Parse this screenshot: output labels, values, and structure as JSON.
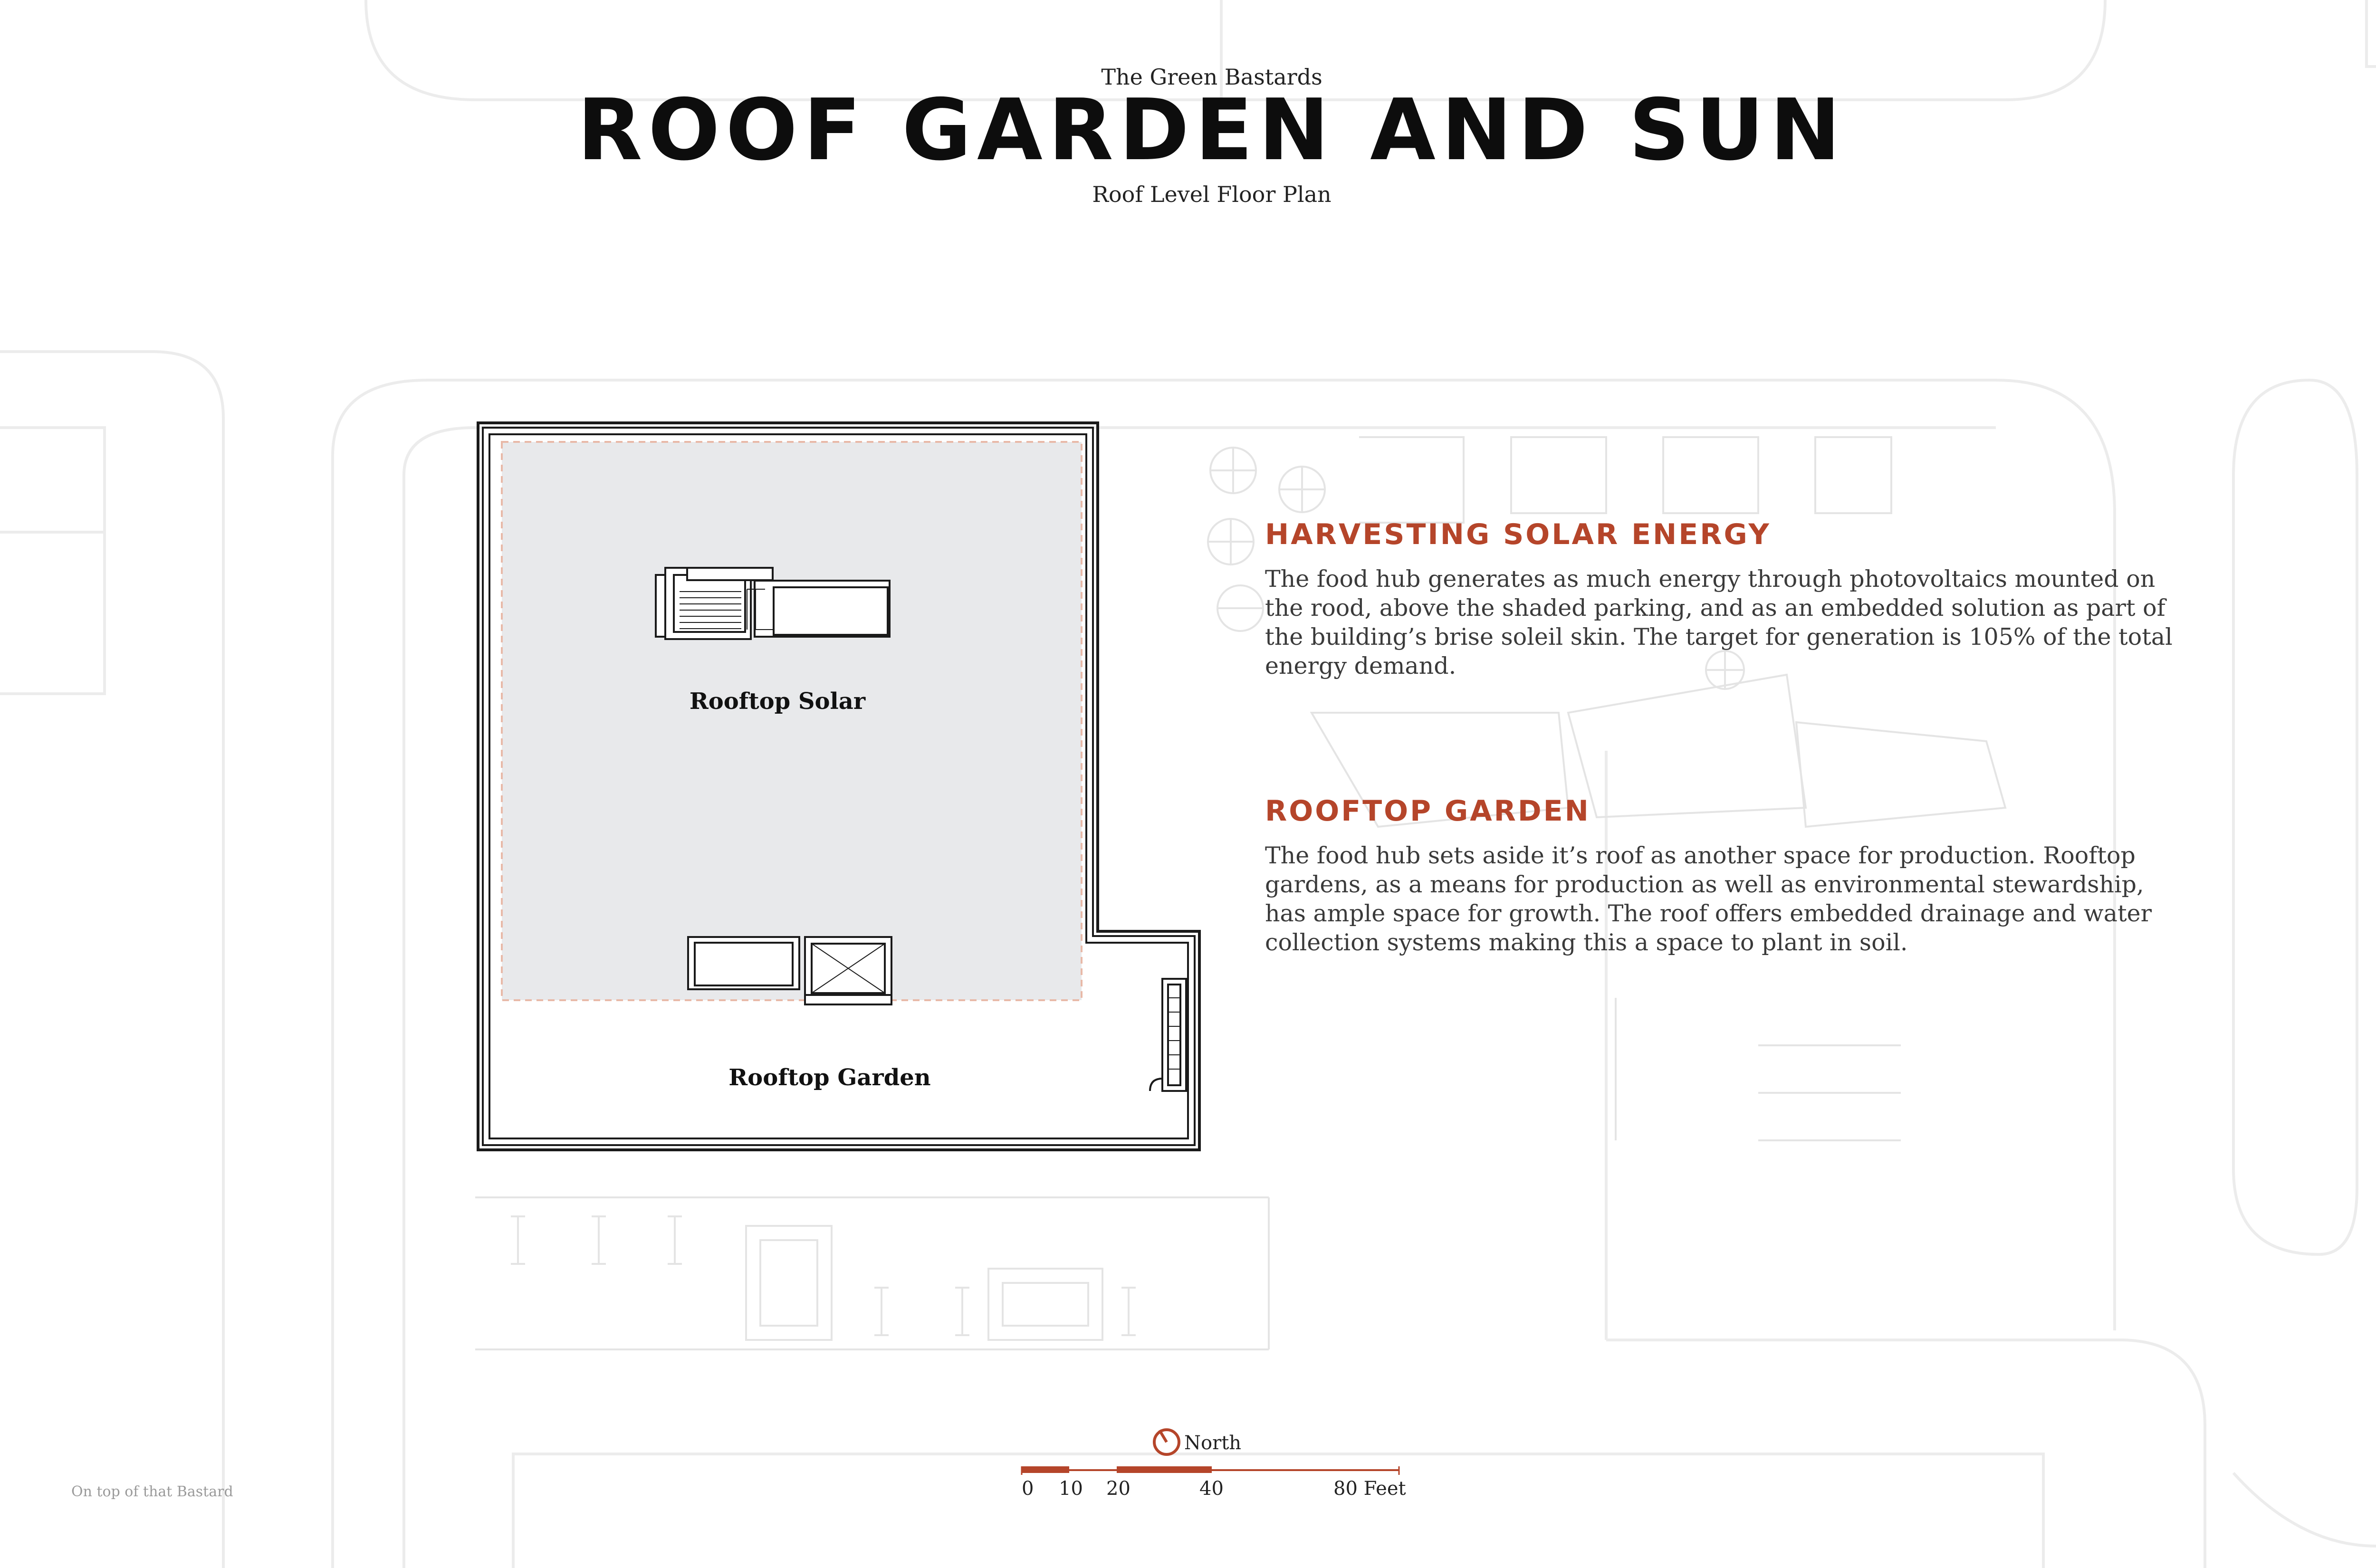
{
  "header": {
    "supertitle": "The Green Bastards",
    "title": "ROOF GARDEN AND SUN",
    "subtitle": "Roof Level Floor Plan"
  },
  "plan": {
    "rooms": {
      "solar": "Rooftop Solar",
      "garden": "Rooftop Garden"
    }
  },
  "sections": [
    {
      "heading": "HARVESTING SOLAR ENERGY",
      "body_lines": [
        "The food hub generates as much energy through photovoltaics mounted on",
        "the rood, above the shaded parking, and as an embedded solution as part of",
        "the building’s brise soleil skin. The target for generation is 105% of the total",
        "energy demand."
      ]
    },
    {
      "heading": "ROOFTOP GARDEN",
      "body_lines": [
        "The food hub sets aside it’s roof as another space for production. Rooftop",
        "gardens, as a means for production as well as environmental stewardship,",
        "has ample space for growth. The roof offers embedded drainage and water",
        "collection systems making this a space to plant in soil."
      ]
    }
  ],
  "scale_bar": {
    "north_label": "North",
    "ticks": [
      "0",
      "10",
      "20",
      "40",
      "80 Feet"
    ]
  },
  "footer": {
    "note": "On top of that Bastard"
  },
  "colors": {
    "accent": "#b5452a",
    "solar_area": "#e8e9eb",
    "faint_context": "#e6e6e6"
  }
}
